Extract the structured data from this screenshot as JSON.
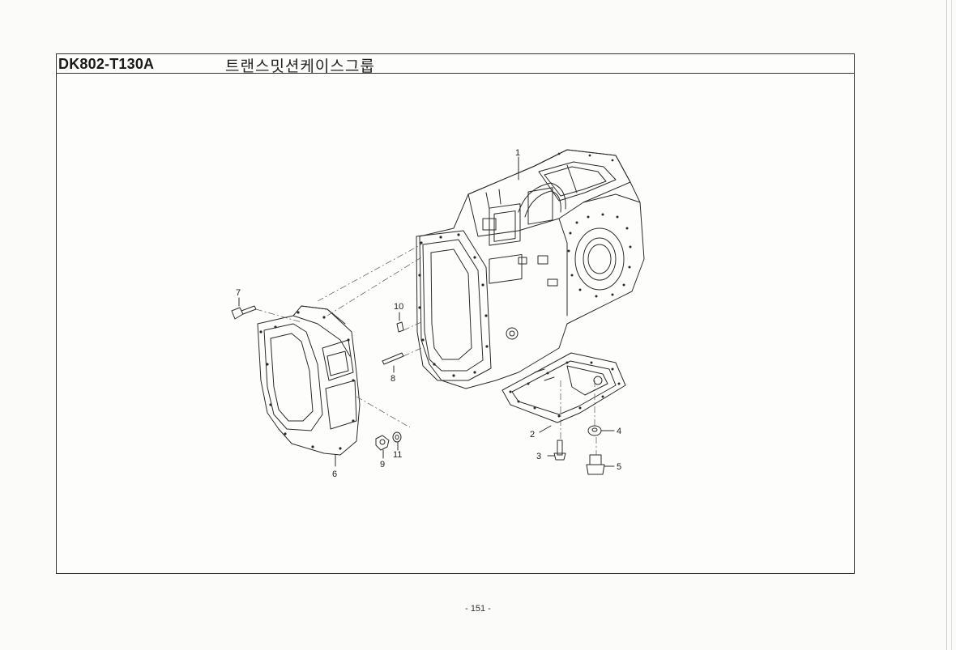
{
  "header": {
    "model_code": "DK802-T130A",
    "group_title": "트랜스밋션케이스그룹"
  },
  "callouts": {
    "c1": "1",
    "c2": "2",
    "c3": "3",
    "c4": "4",
    "c5": "5",
    "c6": "6",
    "c7": "7",
    "c8": "8",
    "c9": "9",
    "c10": "10",
    "c11": "11"
  },
  "footer": {
    "page_number": "- 151 -"
  },
  "colors": {
    "line": "#2a2a2a",
    "paper": "#fbfbf9"
  }
}
